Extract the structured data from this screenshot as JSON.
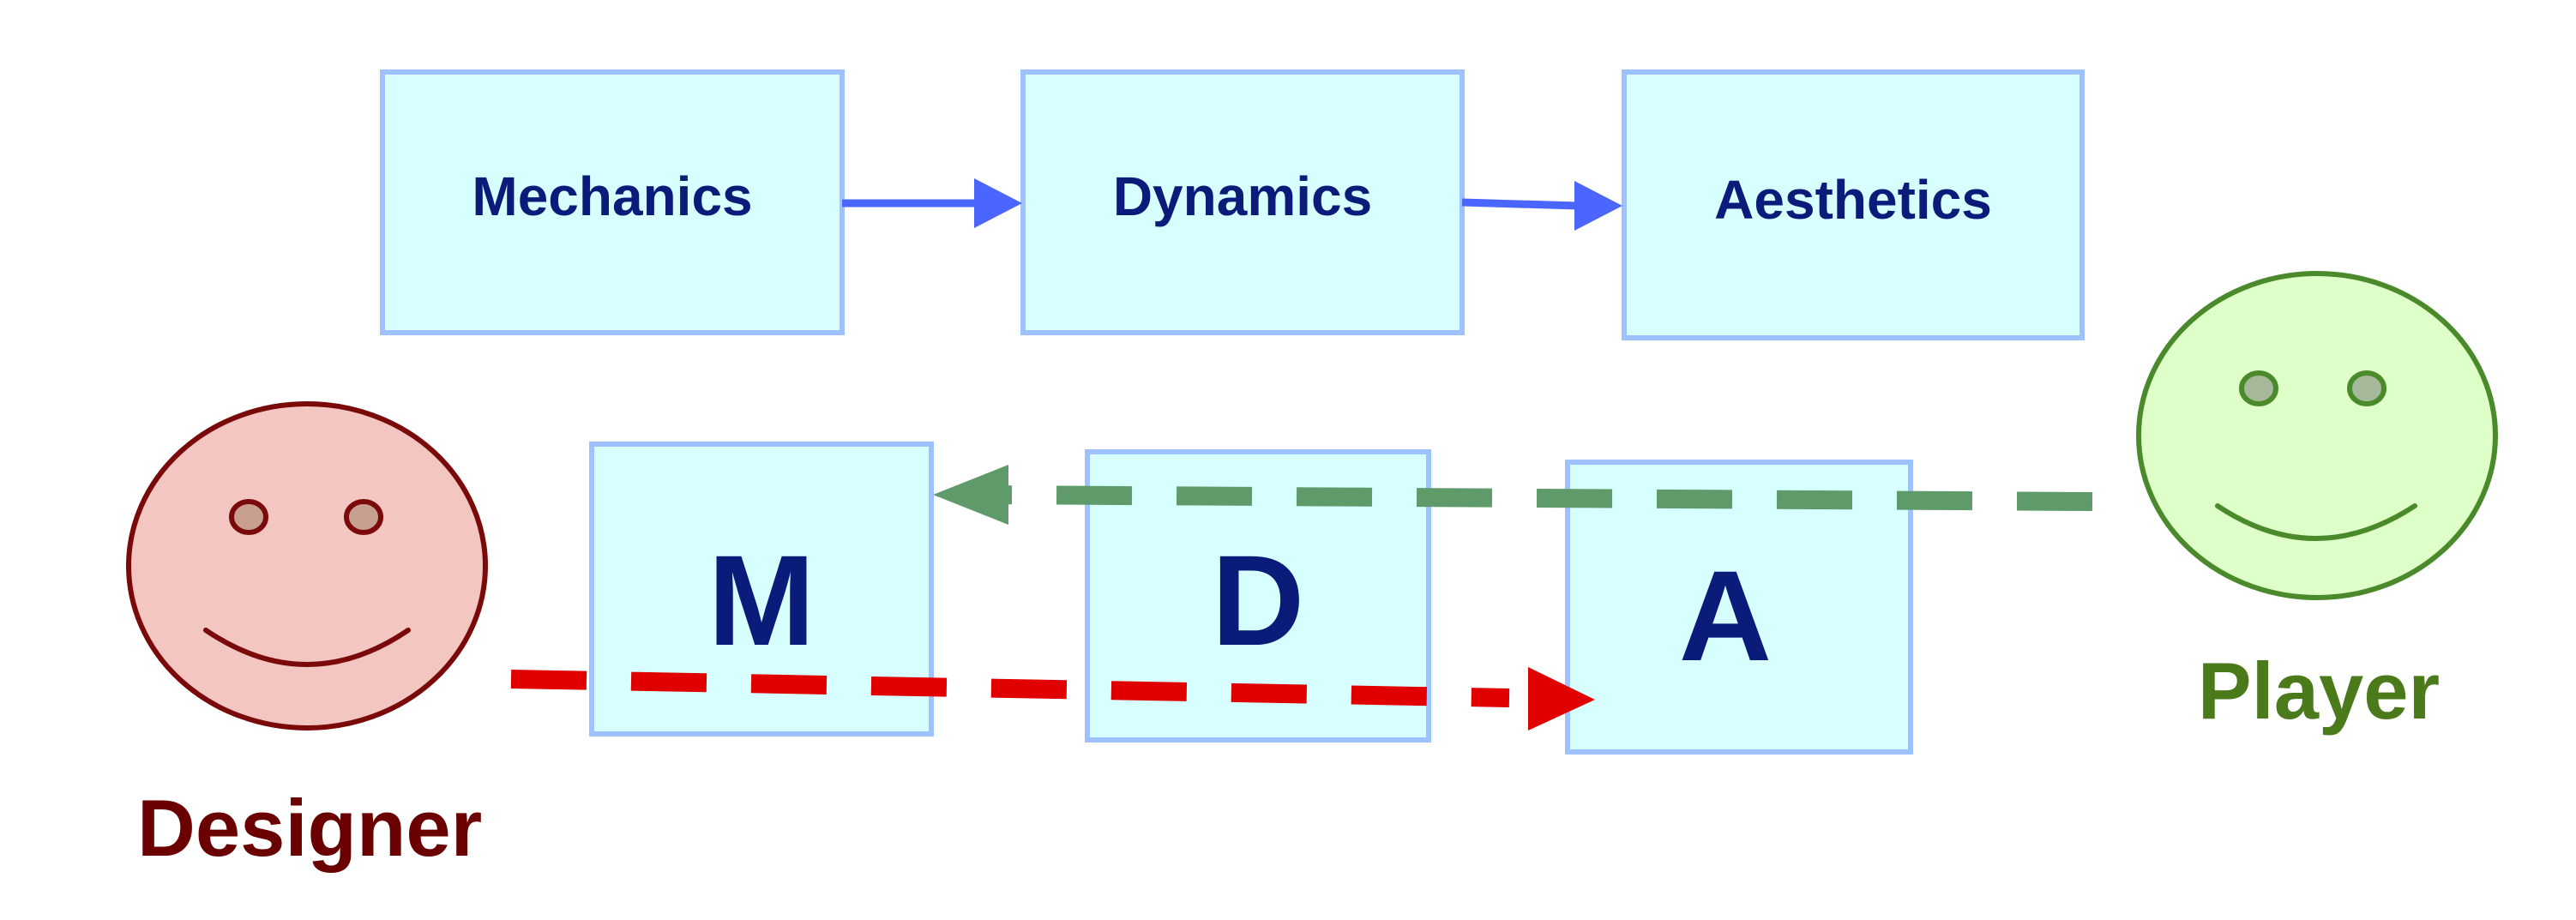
{
  "top_row": {
    "mechanics": "Mechanics",
    "dynamics": "Dynamics",
    "aesthetics": "Aesthetics"
  },
  "bottom_row": {
    "m": "M",
    "d": "D",
    "a": "A"
  },
  "actors": {
    "designer": "Designer",
    "player": "Player"
  },
  "colors": {
    "box_fill": "#d8ffff",
    "box_border": "#9ec1ff",
    "box_text": "#0a1b7a",
    "flow_arrow": "#4a66ff",
    "designer_face": "#f3c6c2",
    "designer_stroke": "#7a0a0a",
    "designer_arrow": "#e00000",
    "player_face": "#dfffc8",
    "player_stroke": "#4a8a2a",
    "player_arrow": "#5f9a6a"
  }
}
